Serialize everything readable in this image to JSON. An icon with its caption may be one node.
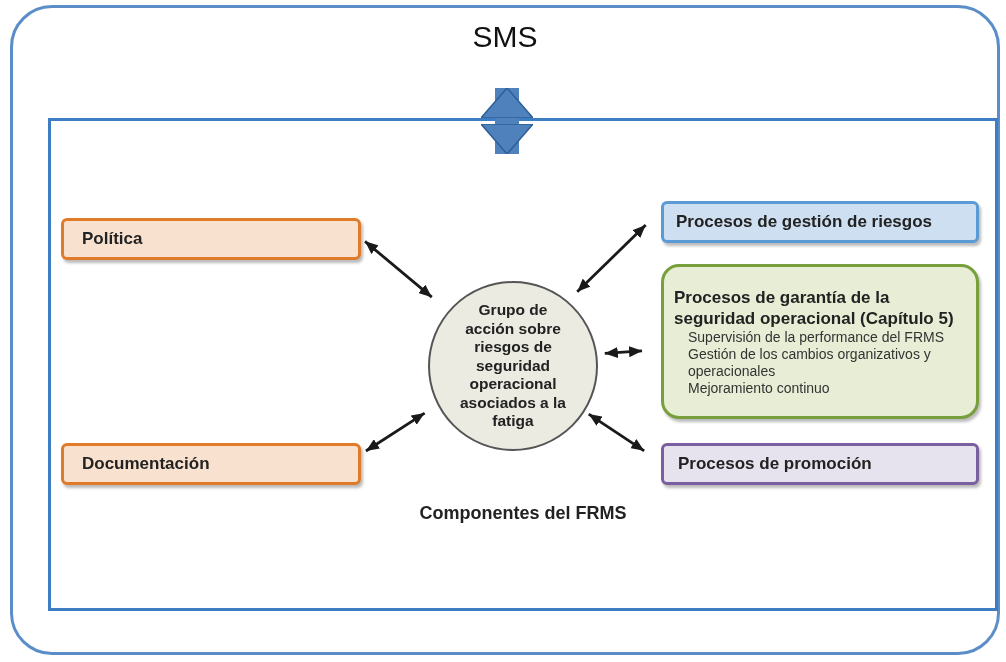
{
  "diagram": {
    "nodes": [
      {
        "text": [
          "SMS"
        ]
      },
      {
        "text": [
          "Componentes del FRMS"
        ],
        "in": 0
      },
      {
        "text": [
          "Política"
        ],
        "in": 1
      },
      {
        "text": [
          "Procesos de gestión de riesgos"
        ],
        "in": 1
      },
      {
        "text": [
          "Grupo de acción sobre riesgos de seguridad operacional asociados a la fatiga"
        ],
        "in": 1
      },
      {
        "text": [
          "Procesos de garantía de la seguridad operacional (Capítulo 5)",
          "Supervisión de la performance del FRMS",
          "Gestión de los cambios organizativos y operacionales",
          "Mejoramiento continuo"
        ],
        "in": 1
      },
      {
        "text": [
          "Documentación"
        ],
        "in": 1
      },
      {
        "text": [
          "Procesos de promoción"
        ],
        "in": 1
      }
    ],
    "edges": [
      {
        "from": 0,
        "to": 1,
        "arrow": "both",
        "style": "thick",
        "color": "#4f81bd"
      },
      {
        "from": 4,
        "to": 2,
        "arrow": "both"
      },
      {
        "from": 4,
        "to": 3,
        "arrow": "both"
      },
      {
        "from": 4,
        "to": 5,
        "arrow": "both"
      },
      {
        "from": 4,
        "to": 6,
        "arrow": "both"
      },
      {
        "from": 4,
        "to": 7,
        "arrow": "both"
      }
    ]
  }
}
